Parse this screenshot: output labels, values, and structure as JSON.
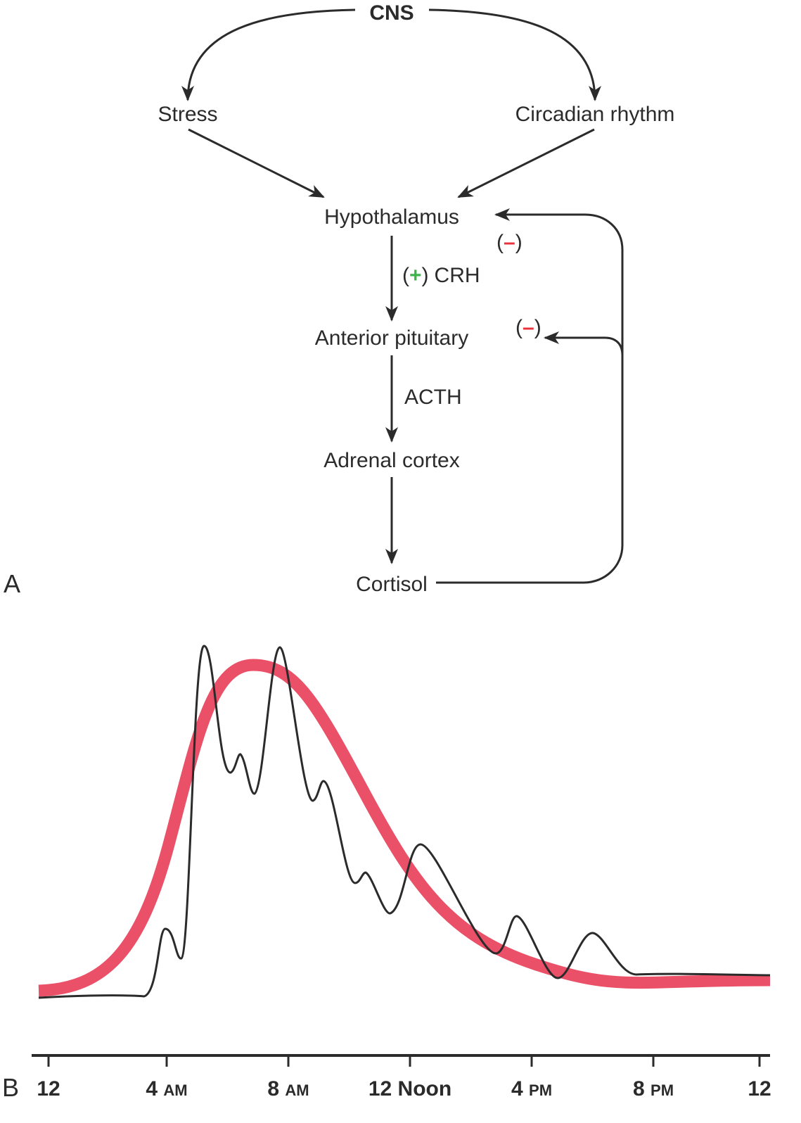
{
  "panel_a": {
    "label": "A",
    "nodes": {
      "cns": "CNS",
      "stress": "Stress",
      "circadian": "Circadian rhythm",
      "hypothalamus": "Hypothalamus",
      "pituitary": "Anterior pituitary",
      "adrenal": "Adrenal cortex",
      "cortisol": "Cortisol"
    },
    "edges": {
      "crh_sign": "+",
      "crh": "CRH",
      "acth": "ACTH",
      "neg_sign": "–",
      "paren_open": "(",
      "paren_close": ")"
    },
    "colors": {
      "positive": "#3bb54a",
      "negative": "#e8333c"
    }
  },
  "panel_b": {
    "label": "B",
    "colors": {
      "smooth_curve": "#ea5067",
      "pulse_curve": "#2b2b2b"
    },
    "ticks": [
      {
        "num": "12",
        "suffix": ""
      },
      {
        "num": "4",
        "suffix": "AM"
      },
      {
        "num": "8",
        "suffix": "AM"
      },
      {
        "num": "12",
        "suffix": "Noon"
      },
      {
        "num": "4",
        "suffix": "PM"
      },
      {
        "num": "8",
        "suffix": "PM"
      },
      {
        "num": "12",
        "suffix": ""
      }
    ]
  }
}
